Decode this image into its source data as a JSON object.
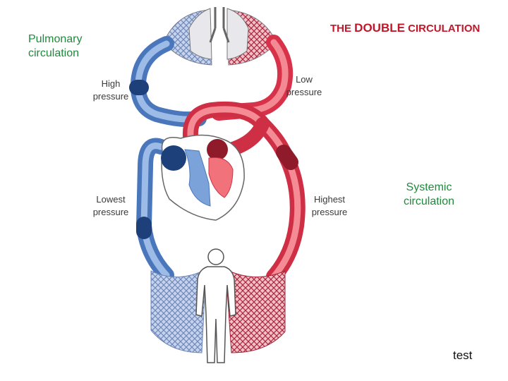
{
  "title": {
    "part1": "THE ",
    "part2": "DOUBLE",
    "part3": " CIRCULATION"
  },
  "labels": {
    "pulmonary": [
      "Pulmonary",
      "circulation"
    ],
    "systemic": [
      "Systemic",
      "circulation"
    ],
    "high_pressure": [
      "High",
      "pressure"
    ],
    "low_pressure": [
      "Low",
      "pressure"
    ],
    "lowest_pressure": [
      "Lowest",
      "pressure"
    ],
    "highest_pressure": [
      "Highest",
      "pressure"
    ]
  },
  "footer": {
    "text": "test"
  },
  "colors": {
    "title": "#c0182a",
    "region_label": "#1f8a3c",
    "deoxygenated": "#5b8fcf",
    "oxygenated": "#e2404e",
    "dark_red": "#8e1a2a",
    "dark_blue": "#1d3f7a"
  }
}
